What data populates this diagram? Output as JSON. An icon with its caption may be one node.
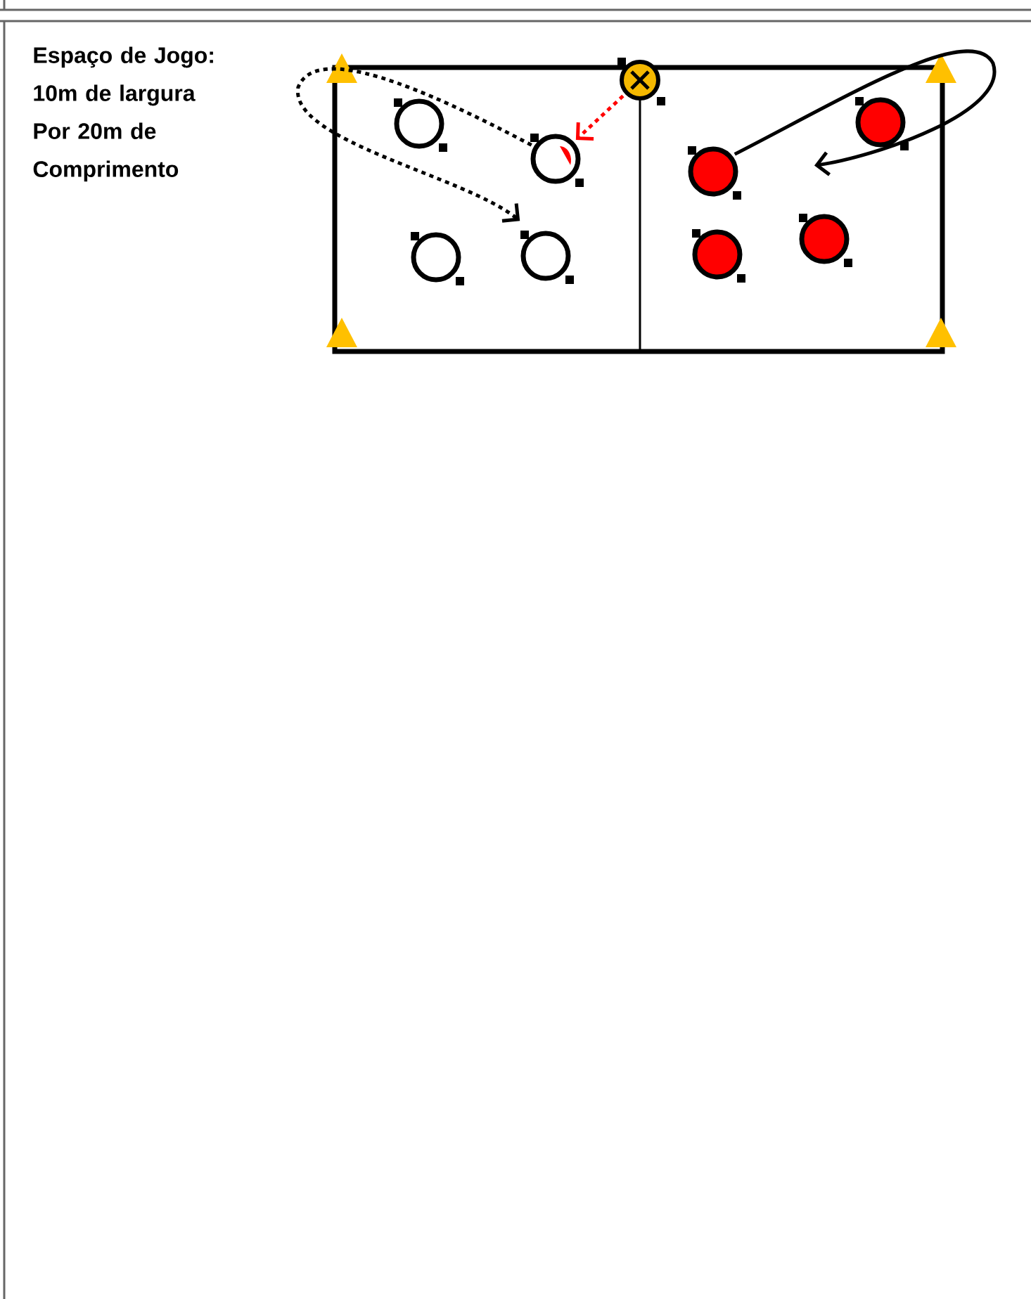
{
  "diagram": {
    "nodes": [
      {
        "text": [],
        "shape": "circle"
      },
      {
        "text": [],
        "shape": "circle"
      },
      {
        "text": [],
        "shape": "circle"
      },
      {
        "text": [],
        "shape": "circle"
      },
      {
        "text": [],
        "shape": "circle"
      },
      {
        "text": [],
        "shape": "circle"
      },
      {
        "text": [],
        "shape": "circle"
      },
      {
        "text": [],
        "shape": "circle"
      },
      {
        "text": [],
        "shape": "circle"
      }
    ],
    "edges": [
      {
        "from": 8,
        "to": 1,
        "arrow": "to",
        "style": "dashed",
        "color": "#ff0000"
      },
      {
        "from": 1,
        "to": 3,
        "arrow": "to",
        "style": "dashed"
      },
      {
        "from": 4,
        "to": null,
        "arrow": "to"
      }
    ],
    "labels": [
      "Espaço de Jogo: 10m de largura Por 20m de Comprimento"
    ]
  }
}
